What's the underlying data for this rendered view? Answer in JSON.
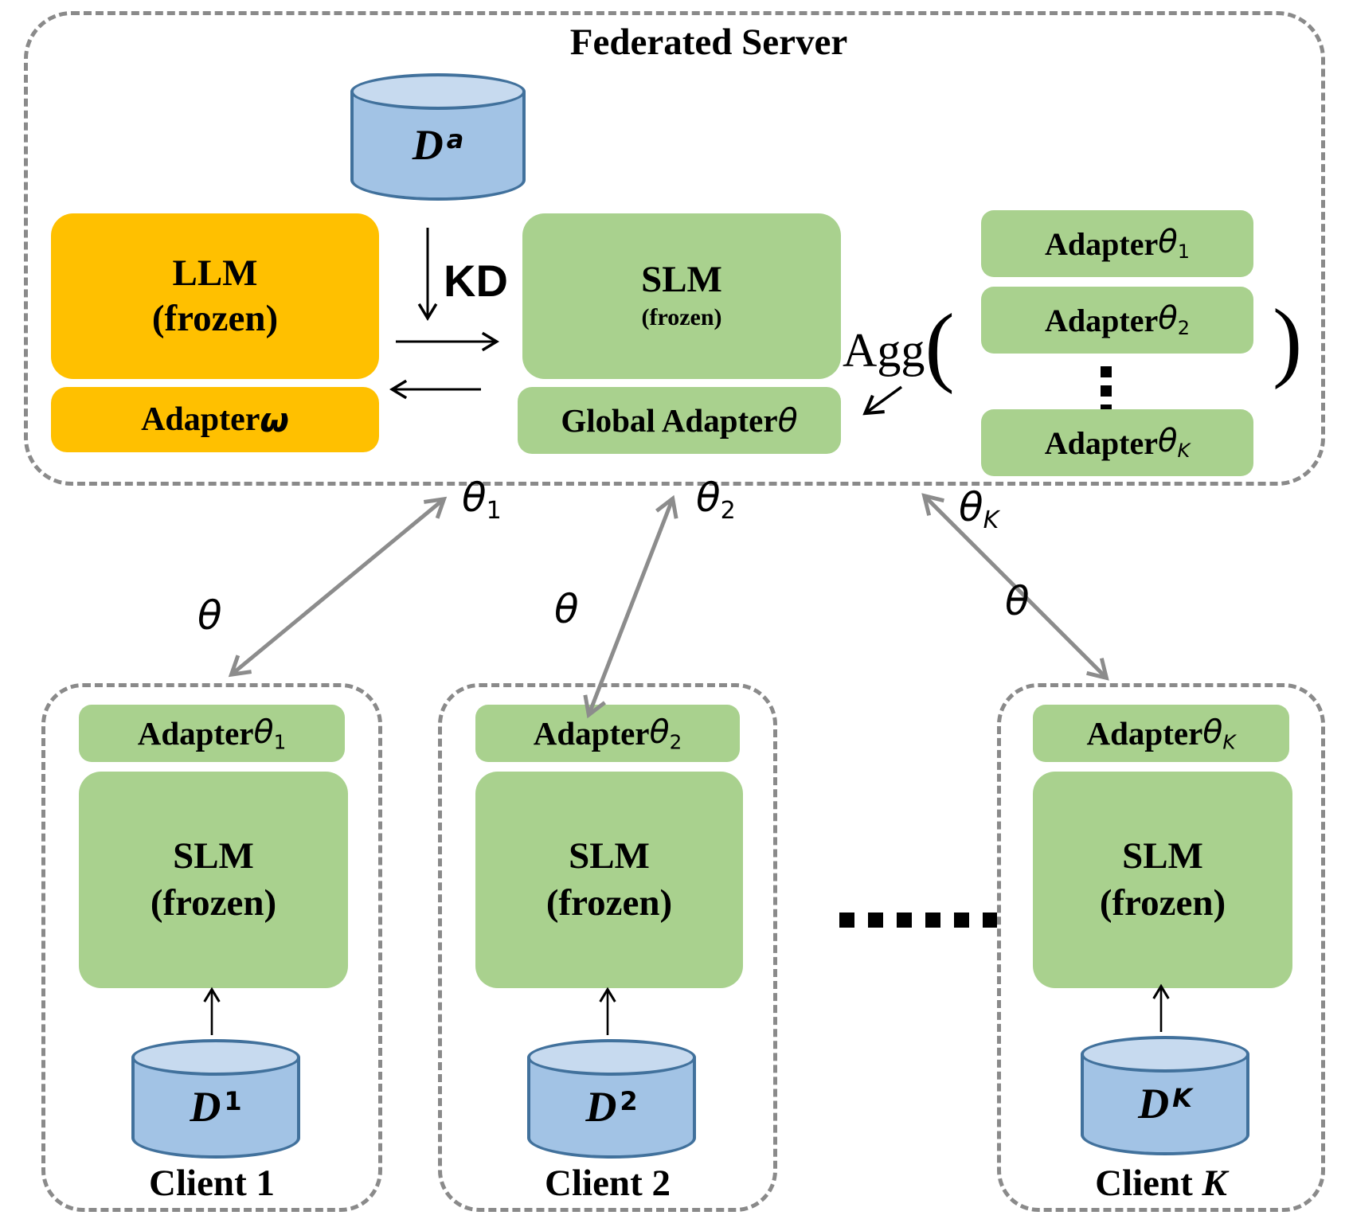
{
  "server": {
    "title": "Federated Server",
    "aux_dataset": {
      "base": "D",
      "sup": "a"
    },
    "llm_line1": "LLM",
    "llm_line2": "(frozen)",
    "llm_adapter": {
      "prefix": "Adapter ",
      "symbol": "ω"
    },
    "kd_label": "KD",
    "slm_line1": "SLM",
    "slm_line2": "(frozen)",
    "global_adapter": {
      "prefix": "Global Adapter ",
      "symbol": "θ"
    },
    "aggregation": {
      "label": "Agg",
      "open_paren": "(",
      "close_paren": ")"
    },
    "adapter_stack": [
      {
        "prefix": "Adapter ",
        "symbol": "θ",
        "sub": "1"
      },
      {
        "prefix": "Adapter ",
        "symbol": "θ",
        "sub": "2"
      },
      {
        "prefix": "Adapter ",
        "symbol": "θ",
        "sub": "K"
      }
    ]
  },
  "links": [
    {
      "upload_symbol": "θ",
      "upload_sub": "1",
      "download_symbol": "θ"
    },
    {
      "upload_symbol": "θ",
      "upload_sub": "2",
      "download_symbol": "θ"
    },
    {
      "upload_symbol": "θ",
      "upload_sub": "K",
      "download_symbol": "θ"
    }
  ],
  "clients": [
    {
      "name_prefix": "Client ",
      "name_id": "1",
      "adapter": {
        "prefix": "Adapter ",
        "symbol": "θ",
        "sub": "1"
      },
      "slm_line1": "SLM",
      "slm_line2": "(frozen)",
      "dataset": {
        "base": "D",
        "sup": "1"
      }
    },
    {
      "name_prefix": "Client ",
      "name_id": "2",
      "adapter": {
        "prefix": "Adapter ",
        "symbol": "θ",
        "sub": "2"
      },
      "slm_line1": "SLM",
      "slm_line2": "(frozen)",
      "dataset": {
        "base": "D",
        "sup": "2"
      }
    },
    {
      "name_prefix": "Client ",
      "name_id": "K",
      "adapter": {
        "prefix": "Adapter ",
        "symbol": "θ",
        "sub": "K"
      },
      "slm_line1": "SLM",
      "slm_line2": "(frozen)",
      "dataset": {
        "base": "D",
        "sup": "K"
      }
    }
  ],
  "ellipsis_horizontal": "......",
  "ellipsis_vertical": "⋮",
  "colors": {
    "accent_orange": "#FFC000",
    "accent_green": "#A9D18E",
    "cylinder_fill": "#A2C3E5",
    "cylinder_top_fill": "#C7DAEF",
    "cylinder_border": "#41719C",
    "dashed_border": "#8A8A8A",
    "arrow_gray": "#8C8C8C",
    "arrow_black": "#000000"
  }
}
